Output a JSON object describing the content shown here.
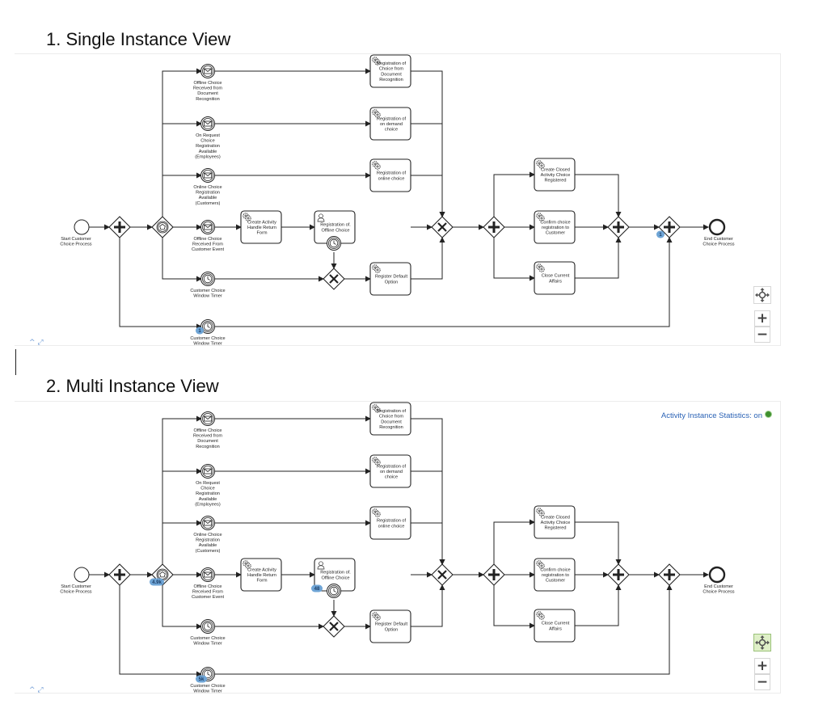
{
  "sections": [
    {
      "heading": "1.   Single Instance View"
    },
    {
      "heading": "2.   Multi Instance View"
    }
  ],
  "diagram": {
    "start_event": [
      "Start Customer",
      "Choice Process"
    ],
    "end_event": [
      "End Customer",
      "Choice Process"
    ],
    "message_events": [
      [
        "Offline Choice",
        "Received from",
        "Document",
        "Recognition"
      ],
      [
        "On Request",
        "Choice",
        "Registration",
        "Available",
        "(Employees)"
      ],
      [
        "Online Choice",
        "Registration",
        "Available",
        "(Customers)"
      ],
      [
        "Offline Choice",
        "Received From",
        "Customer Event"
      ]
    ],
    "timer_event": [
      "Customer Choice",
      "Window Timer"
    ],
    "boundary_timer": [
      "Customer Choice",
      "Window Timer"
    ],
    "tasks": {
      "reg_doc": [
        "Registration of",
        "Choice from",
        "Document",
        "Recognition"
      ],
      "reg_demand": [
        "Registration of",
        "on demand",
        "choice"
      ],
      "reg_online": [
        "Registration of",
        "online choice"
      ],
      "create_activity": [
        "Create Activity",
        "Handle Return",
        "Form"
      ],
      "reg_offline": [
        "Registration of.",
        "Offline Choice"
      ],
      "register_default": [
        "Register Default",
        "Option"
      ],
      "create_closed": [
        "Create Closed",
        "Activity Choice",
        "Registered"
      ],
      "confirm_choice": [
        "Confirm choice",
        "registration to",
        "Customer"
      ],
      "close_current": [
        "Close Current",
        "Affairs"
      ]
    }
  },
  "single_badges": {
    "end_join": "1",
    "boundary_timer": "1"
  },
  "multi_badges": {
    "event_gateway": "4.9k",
    "offline_task": "48",
    "boundary_timer": "5k"
  },
  "statistics": {
    "label": "Activity Instance Statistics: on",
    "status_color": "#3f8f2f"
  },
  "controls": {
    "zoom_in": "+",
    "zoom_out": "−",
    "minimap_toggle": "^ ⤢"
  },
  "colors": {
    "badge": "#6fa5d6",
    "stroke": "#222222",
    "task_fill": "#ffffff"
  }
}
